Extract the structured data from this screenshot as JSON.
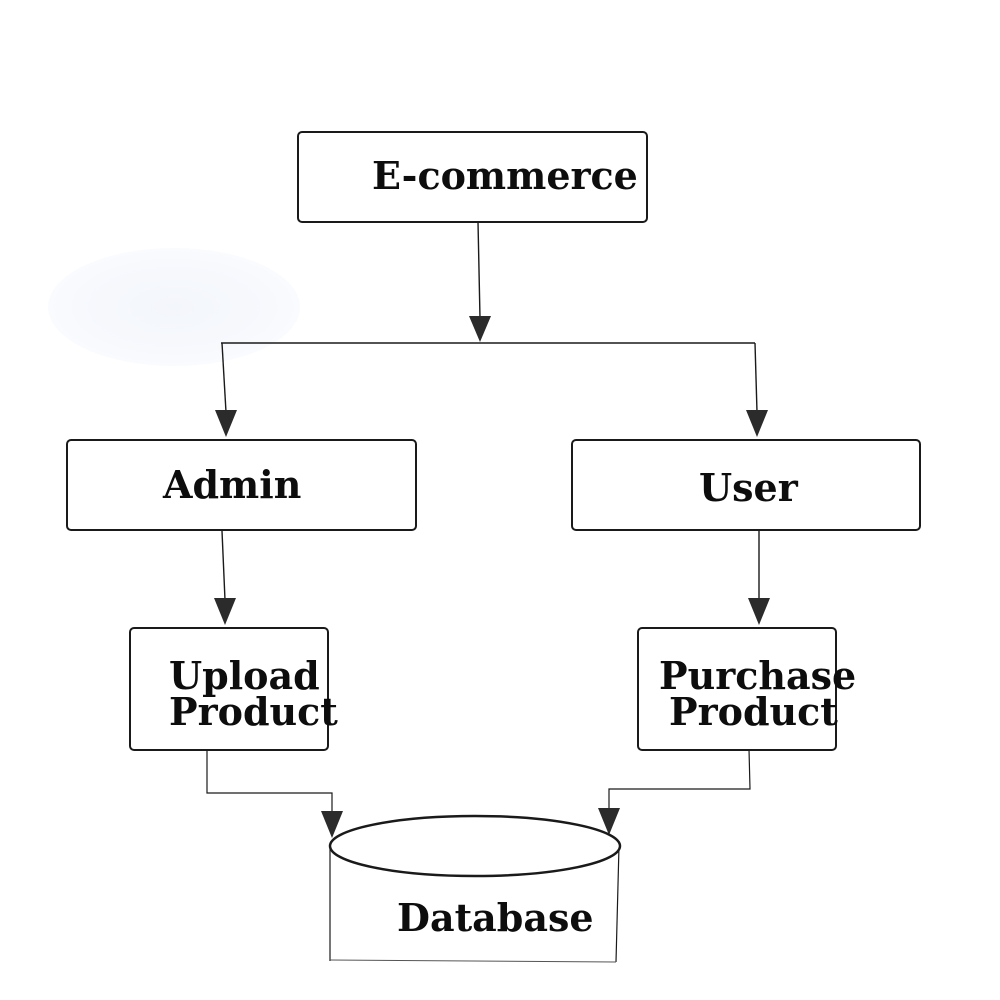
{
  "diagram": {
    "nodes": {
      "ecommerce": "E-commerce",
      "admin": "Admin",
      "user": "User",
      "upload_product": [
        "Upload",
        "Product"
      ],
      "purchase_product": [
        "Purchase",
        "Product"
      ],
      "database": "Database"
    },
    "edges": [
      {
        "from": "E-commerce",
        "to": "Admin"
      },
      {
        "from": "E-commerce",
        "to": "User"
      },
      {
        "from": "Admin",
        "to": "Upload Product"
      },
      {
        "from": "User",
        "to": "Purchase Product"
      },
      {
        "from": "Upload Product",
        "to": "Database"
      },
      {
        "from": "Purchase Product",
        "to": "Database"
      }
    ],
    "colors": {
      "line": "#1a1a1a",
      "arrow": "#2b2b2b",
      "text": "#0d0d0d",
      "background": "#ffffff"
    }
  }
}
